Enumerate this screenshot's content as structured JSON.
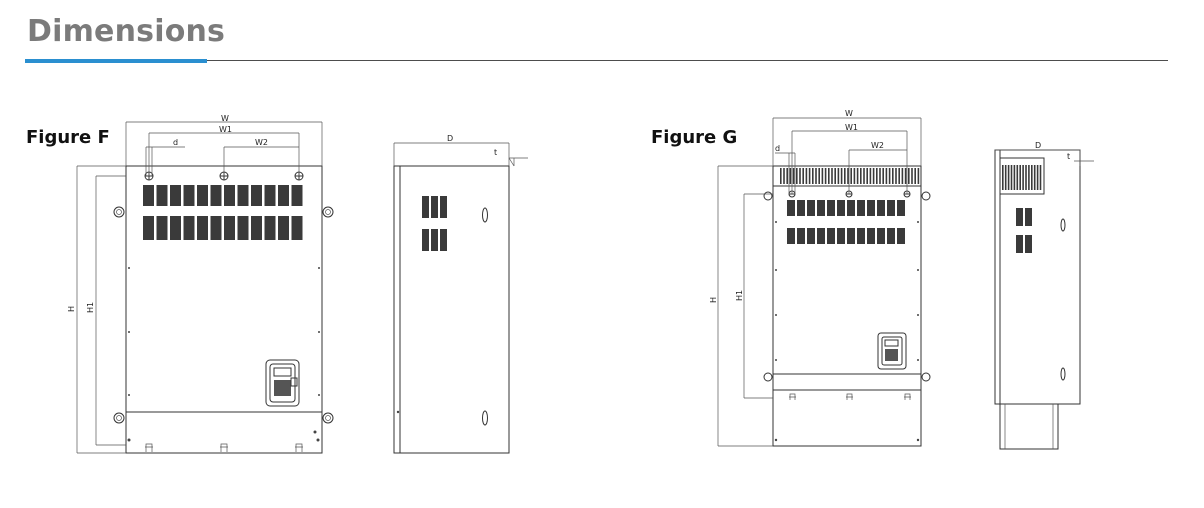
{
  "heading": "Dimensions",
  "accent_color": "#2a8fd0",
  "figure_f": {
    "label": "Figure F",
    "dims": {
      "W": "W",
      "W1": "W1",
      "W2": "W2",
      "d": "d",
      "D": "D",
      "t": "t",
      "H": "H",
      "H1": "H1"
    }
  },
  "figure_g": {
    "label": "Figure G",
    "dims": {
      "W": "W",
      "W1": "W1",
      "W2": "W2",
      "d": "d",
      "D": "D",
      "t": "t",
      "H": "H",
      "H1": "H1"
    }
  }
}
